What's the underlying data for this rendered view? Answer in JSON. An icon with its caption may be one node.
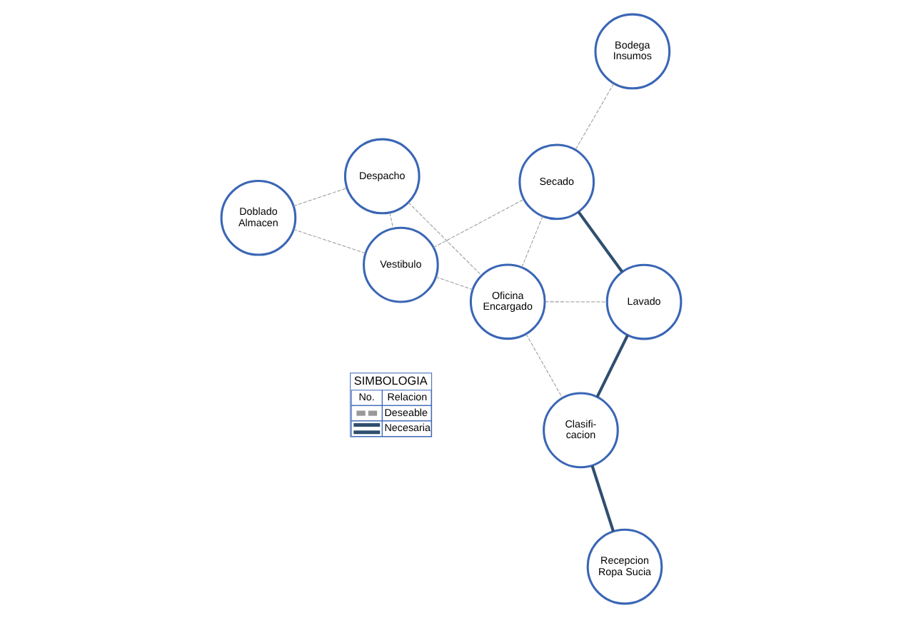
{
  "diagram": {
    "nodes": [
      {
        "text": [
          "Doblado Almacen"
        ]
      },
      {
        "text": [
          "Bodega Insumos"
        ]
      },
      {
        "text": [
          "Vestibulo"
        ]
      },
      {
        "text": [
          "Despacho"
        ]
      },
      {
        "text": [
          "Oficina Encargado"
        ]
      },
      {
        "text": [
          "Secado"
        ]
      },
      {
        "text": [
          "Lavado"
        ]
      },
      {
        "text": [
          "Recepcion Ropa Sucia"
        ]
      },
      {
        "text": [
          "Clasifi- cacion"
        ]
      }
    ],
    "edges": [
      {
        "from": 0,
        "to": 2,
        "arrow": "none",
        "style": "dashed"
      },
      {
        "from": 0,
        "to": 3,
        "arrow": "none",
        "style": "dashed"
      },
      {
        "from": 3,
        "to": 2,
        "arrow": "none",
        "style": "dashed"
      },
      {
        "from": 2,
        "to": 4,
        "arrow": "none",
        "style": "dashed"
      },
      {
        "from": 2,
        "to": 5,
        "arrow": "none",
        "style": "dashed"
      },
      {
        "from": 1,
        "to": 5,
        "arrow": "none",
        "style": "dashed"
      },
      {
        "from": 3,
        "to": 4,
        "arrow": "none",
        "style": "dashed"
      },
      {
        "from": 4,
        "to": 5,
        "arrow": "none",
        "style": "dashed"
      },
      {
        "from": 4,
        "to": 8,
        "arrow": "none",
        "style": "dashed"
      },
      {
        "from": 4,
        "to": 6,
        "arrow": "none",
        "style": "dashed"
      },
      {
        "from": 5,
        "to": 6,
        "arrow": "none",
        "style": "thick",
        "color": "#2f4f6f"
      },
      {
        "from": 6,
        "to": 8,
        "arrow": "none",
        "style": "thick",
        "color": "#2f4f6f"
      },
      {
        "from": 8,
        "to": 7,
        "arrow": "none",
        "style": "thick",
        "color": "#2f4f6f"
      }
    ],
    "labels": [
      "SIMBOLOGIA",
      "No.",
      "Relacion"
    ],
    "legend": [
      {
        "text": "Deseable"
      },
      {
        "text": "Necesaria"
      }
    ]
  }
}
